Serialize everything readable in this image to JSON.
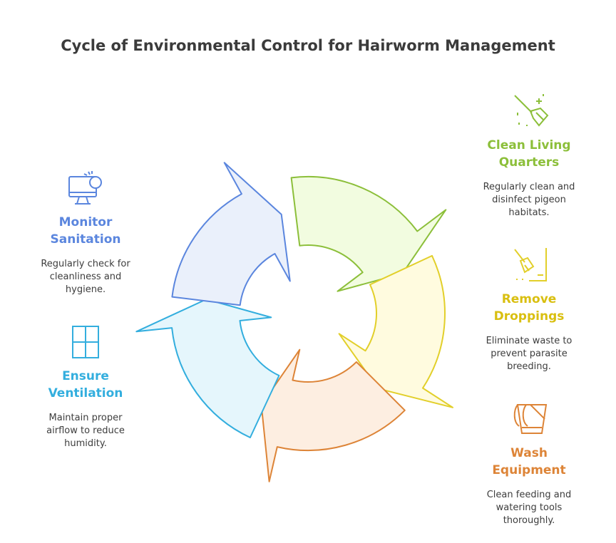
{
  "title": "Cycle of Environmental Control for Hairworm Management",
  "colors": {
    "blue": "#5b86de",
    "blue_fill": "#eaf0fb",
    "green": "#8cbf3a",
    "green_fill": "#f2fce0",
    "yellow": "#e2cf2a",
    "yellow_fill": "#fffbdf",
    "orange": "#dd8437",
    "orange_fill": "#fdeee1",
    "cyan": "#33aede",
    "cyan_fill": "#e5f6fc"
  },
  "steps": [
    {
      "id": "monitor",
      "title": "Monitor\nSanitation",
      "desc": "Regularly check for\ncleanliness and\nhygiene.",
      "icon": "monitor-icon",
      "color": "#5b86de"
    },
    {
      "id": "clean",
      "title": "Clean Living\nQuarters",
      "desc": "Regularly clean and\ndisinfect pigeon\nhabitats.",
      "icon": "broom-sparkle-icon",
      "color": "#8cbf3a"
    },
    {
      "id": "remove",
      "title": "Remove\nDroppings",
      "desc": "Eliminate waste to\nprevent parasite\nbreeding.",
      "icon": "broom-corner-icon",
      "color": "#e2cf2a"
    },
    {
      "id": "wash",
      "title": "Wash\nEquipment",
      "desc": "Clean feeding and\nwatering tools\nthoroughly.",
      "icon": "bucket-icon",
      "color": "#dd8437"
    },
    {
      "id": "ventilate",
      "title": "Ensure\nVentilation",
      "desc": "Maintain proper\nairflow to reduce\nhumidity.",
      "icon": "window-icon",
      "color": "#33aede"
    }
  ]
}
